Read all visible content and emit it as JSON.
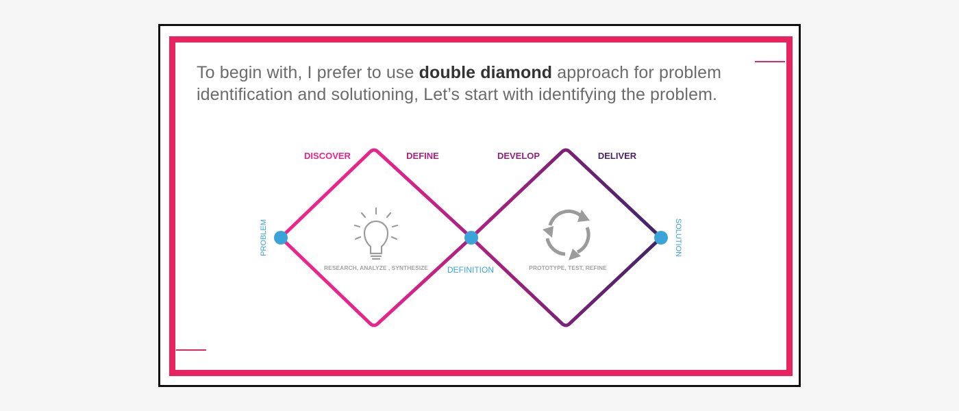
{
  "intro": {
    "before": "To begin with, I prefer to use ",
    "bold": "double diamond",
    "after": " approach for problem identification and solutioning, Let’s start with identifying the problem."
  },
  "diagram": {
    "phases": {
      "discover": "DISCOVER",
      "define": "DEFINE",
      "develop": "DEVELOP",
      "deliver": "DELIVER"
    },
    "nodes": {
      "problem": "PROBLEM",
      "definition": "DEFINITION",
      "solution": "SOLUTION"
    },
    "captions": {
      "left": "RESEARCH, ANALYZE , SYNTHESIZE",
      "right": "PROTOTYPE, TEST, REFINE"
    },
    "icons": {
      "left": "lightbulb-icon",
      "right": "cycle-arrows-icon"
    },
    "colors": {
      "pink": "#e8238a",
      "magenta": "#a3217f",
      "purple": "#4a2469",
      "node": "#3aa3d8",
      "frame": "#e8235f",
      "icon_gray": "#9b9b9b"
    }
  }
}
